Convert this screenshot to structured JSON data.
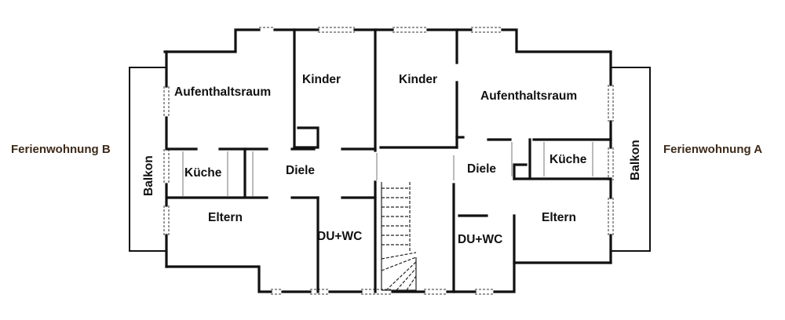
{
  "units": {
    "left": "Ferienwohnung B",
    "right": "Ferienwohnung A"
  },
  "rooms_b": {
    "aufenthaltsraum": "Aufenthaltsraum",
    "kinder": "Kinder",
    "kueche": "Küche",
    "diele": "Diele",
    "eltern": "Eltern",
    "bad": "DU+WC",
    "balkon": "Balkon"
  },
  "rooms_a": {
    "kinder": "Kinder",
    "aufenthaltsraum": "Aufenthaltsraum",
    "kueche": "Küche",
    "diele": "Diele",
    "eltern": "Eltern",
    "bad": "DU+WC",
    "balkon": "Balkon"
  }
}
